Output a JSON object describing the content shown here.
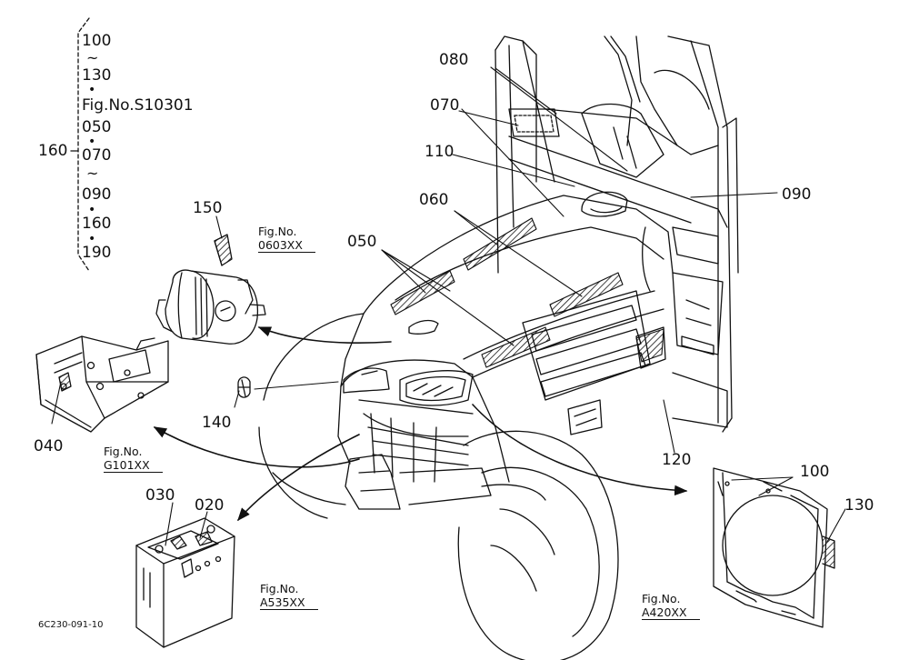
{
  "bracket_list": {
    "callout": "160",
    "entries": [
      "100",
      "~",
      "130",
      "•",
      "Fig.No.S10301",
      "050",
      "•",
      "070",
      "~",
      "090",
      "•",
      "160",
      "•",
      "190"
    ]
  },
  "callouts": {
    "c150": "150",
    "c140": "140",
    "c040": "040",
    "c030": "030",
    "c020": "020",
    "c050": "050",
    "c060": "060",
    "c110": "110",
    "c070": "070",
    "c080": "080",
    "c090": "090",
    "c120": "120",
    "c100": "100",
    "c130": "130"
  },
  "figrefs": {
    "air_cleaner": {
      "line1": "Fig.No.",
      "line2": "0603XX"
    },
    "front_frame": {
      "line1": "Fig.No.",
      "line2": "G101XX"
    },
    "battery": {
      "line1": "Fig.No.",
      "line2": "A535XX"
    },
    "radiator_shroud": {
      "line1": "Fig.No.",
      "line2": "A420XX"
    }
  },
  "drawing_code": "6C230-091-10"
}
